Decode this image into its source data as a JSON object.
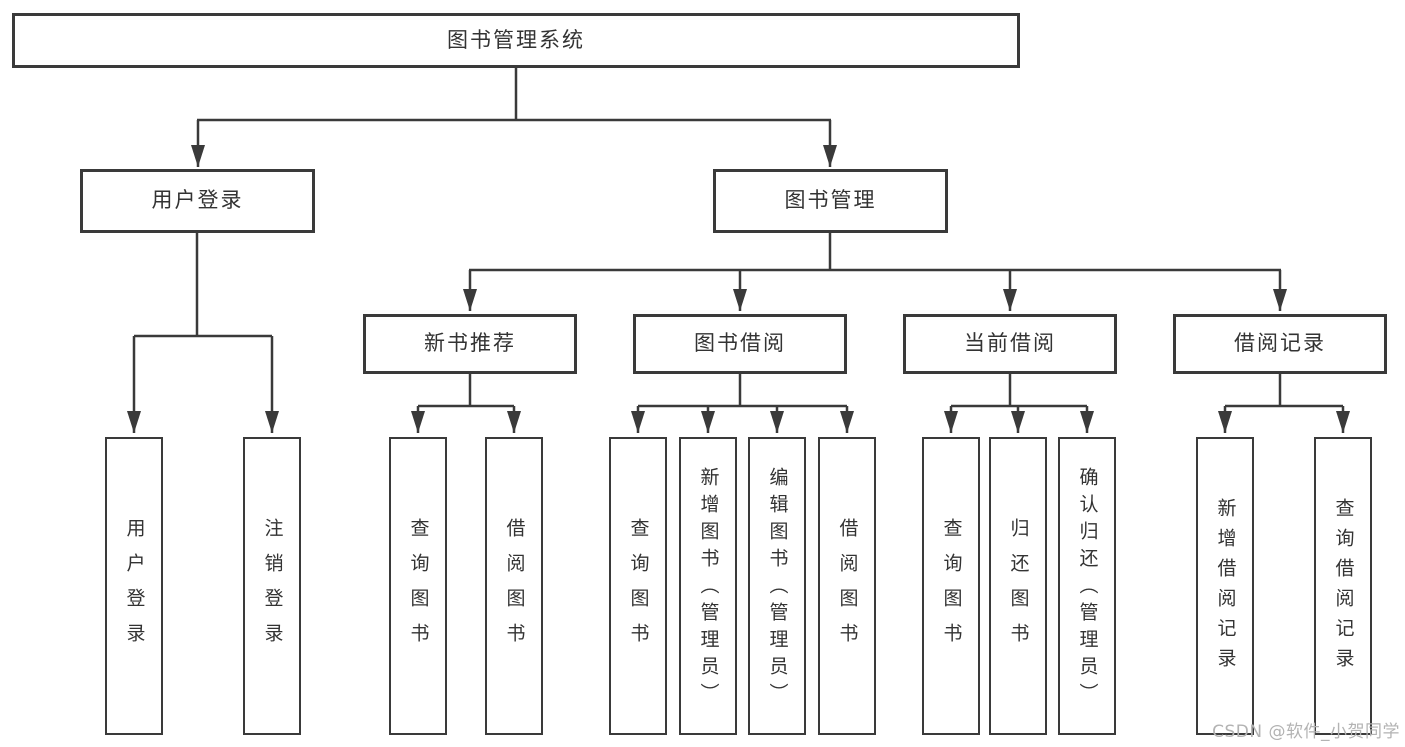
{
  "colors": {
    "line": "#3a3a3a",
    "text": "#333333",
    "watermark": "#b3b3b3",
    "background": "#ffffff"
  },
  "nodes": {
    "root": {
      "label": "图书管理系统"
    },
    "user_login": {
      "label": "用户登录"
    },
    "book_mgmt": {
      "label": "图书管理"
    },
    "new_book_rec": {
      "label": "新书推荐"
    },
    "book_borrow": {
      "label": "图书借阅"
    },
    "current_borrow": {
      "label": "当前借阅"
    },
    "borrow_records": {
      "label": "借阅记录"
    },
    "leaf_user_login": {
      "label": "用户登录"
    },
    "leaf_logout": {
      "label": "注销登录"
    },
    "leaf_query_book_rec": {
      "label": "查询图书"
    },
    "leaf_borrow_book_rec": {
      "label": "借阅图书"
    },
    "leaf_query_book_borrow": {
      "label": "查询图书"
    },
    "leaf_add_book": {
      "label": "新增图书（管理员）"
    },
    "leaf_edit_book": {
      "label": "编辑图书（管理员）"
    },
    "leaf_borrow_book_borrow": {
      "label": "借阅图书"
    },
    "leaf_query_book_current": {
      "label": "查询图书"
    },
    "leaf_return_book": {
      "label": "归还图书"
    },
    "leaf_confirm_return": {
      "label": "确认归还（管理员）"
    },
    "leaf_add_borrow_record": {
      "label": "新增借阅记录"
    },
    "leaf_query_borrow_record": {
      "label": "查询借阅记录"
    }
  },
  "watermark": {
    "text": "CSDN @软件_小贺同学"
  }
}
